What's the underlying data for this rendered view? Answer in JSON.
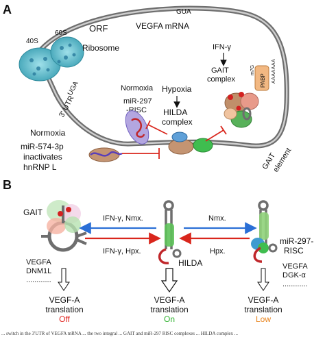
{
  "panel_a": {
    "label": "A",
    "gua": "GUA",
    "mrna": "VEGFA mRNA",
    "orf": "ORF",
    "s40": "40S",
    "s60": "60S",
    "ribosome": "Ribosome",
    "uga": "UGA",
    "utr": "3' UTR",
    "ifn": "IFN-γ",
    "gait_complex_1": "GAIT",
    "gait_complex_2": "complex",
    "m7g": "m7G",
    "pabp": "PABP",
    "polya": "AAAAAAA",
    "normoxia_1": "Normoxia",
    "mir297_1": "miR-297",
    "mir297_2": "-RISC",
    "hypoxia": "Hypoxia",
    "hilda_1": "HILDA",
    "hilda_2": "complex",
    "normoxia_2": "Normoxia",
    "mir574_1": "miR-574-3p",
    "mir574_2": "inactivates",
    "mir574_3": "hnRNP L",
    "gait_elem_1": "GAIT",
    "gait_elem_2": "element"
  },
  "panel_b": {
    "label": "B",
    "gait": "GAIT",
    "arrow_top_left": "IFN-γ, Nmx.",
    "arrow_bottom_left": "IFN-γ, Hpx.",
    "arrow_top_right": "Nmx.",
    "arrow_bottom_right": "Hpx.",
    "hilda": "HILDA",
    "mir297_1": "miR-297-",
    "mir297_2": "RISC",
    "genes_left_1": "VEGFA",
    "genes_left_2": "DNM1L",
    "genes_left_3": "............",
    "genes_right_1": "VEGFA",
    "genes_right_2": "DGK-α",
    "genes_right_3": "............",
    "out_left_1": "VEGF-A",
    "out_left_2": "translation",
    "out_left_3": "Off",
    "out_mid_1": "VEGF-A",
    "out_mid_2": "translation",
    "out_mid_3": "On",
    "out_right_1": "VEGF-A",
    "out_right_2": "translation",
    "out_right_3": "Low"
  },
  "caption": "... switch in the 3'UTR of VEGFA mRNA ... the two integral ... GAIT and miR-297 RISC complexes ... HILDA complex ...",
  "colors": {
    "off": "#e0201b",
    "on": "#2bb12b",
    "low": "#e8821a",
    "blue_arrow": "#2a6fd6",
    "red_arrow": "#d9261c",
    "ribosome": "#4fb6c8",
    "mrna": "#9a9a9a"
  }
}
